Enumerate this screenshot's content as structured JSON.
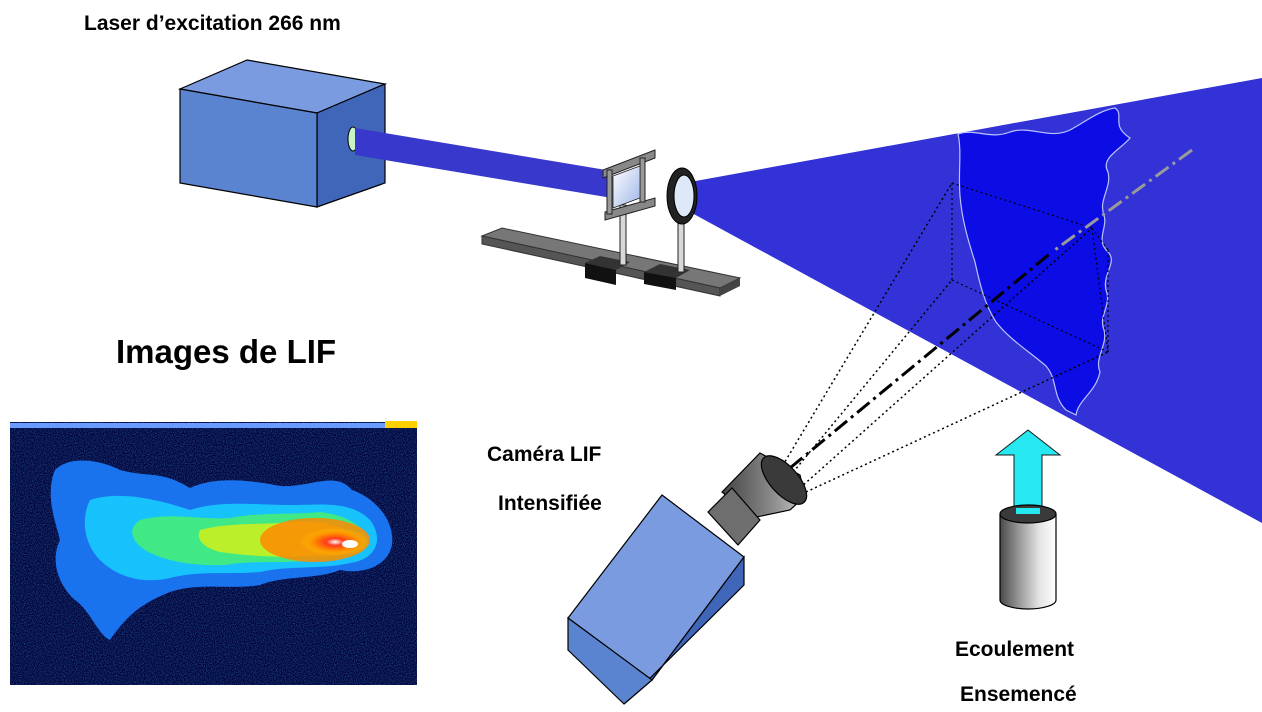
{
  "labels": {
    "laser": "Laser d’excitation 266 nm",
    "images": "Images de LIF",
    "camera_line1": "Caméra LIF",
    "camera_line2": "Intensifiée",
    "flow_line1": "Ecoulement",
    "flow_line2": "Ensemencé"
  },
  "colors": {
    "laser_box": "#5b84d0",
    "laser_beam": "#3838cc",
    "light_sheet": "#3232d6",
    "camera_body": "#5b84d0",
    "seed_arrow": "#26e8f0",
    "lif_background": "#00003a"
  },
  "icons": {
    "laser": "laser-box-icon",
    "optics": "sheet-optics-icon",
    "camera": "intensified-camera-icon",
    "seeder": "seeding-cylinder-icon",
    "flow_arrow": "flow-arrow-icon"
  }
}
